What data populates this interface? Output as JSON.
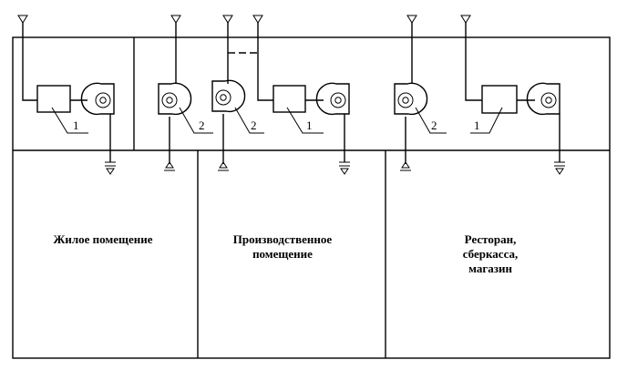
{
  "rooms": {
    "residential": "Жилое помещение",
    "production": "Производственное\nпомещение",
    "commercial": "Ресторан,\nсберкасса,\nмагазин"
  },
  "labels": {
    "unit_type_1": "1",
    "unit_type_2": "2"
  }
}
